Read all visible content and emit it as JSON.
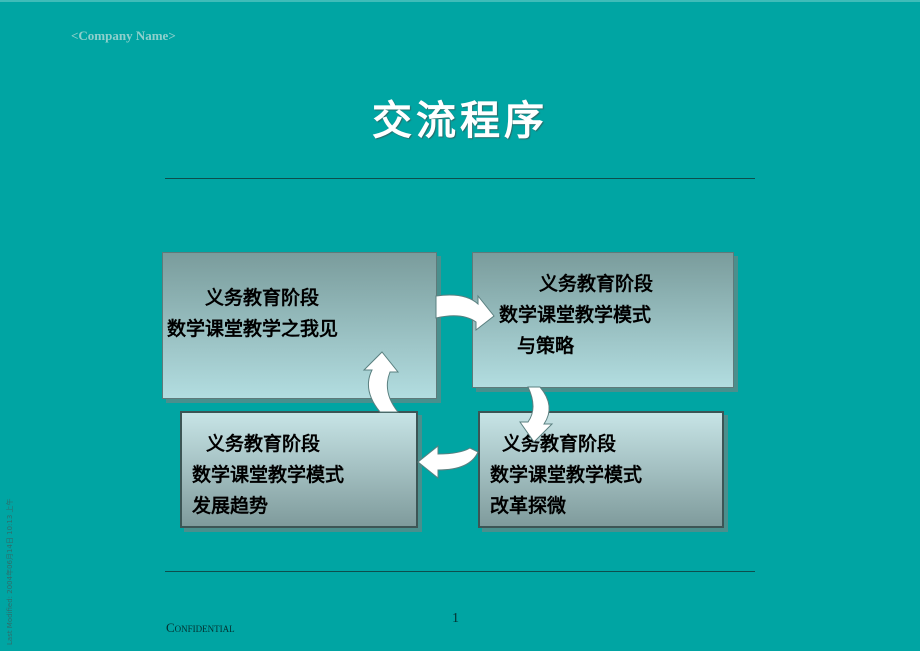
{
  "header": {
    "company": "<Company Name>",
    "title": "交流程序"
  },
  "boxes": [
    {
      "lines": [
        "义务教育阶段",
        "数学课堂教学之我见"
      ]
    },
    {
      "lines": [
        "义务教育阶段",
        "数学课堂教学模式",
        "与策略"
      ]
    },
    {
      "lines": [
        "义务教育阶段",
        "数学课堂教学模式",
        "改革探微"
      ]
    },
    {
      "lines": [
        "义务教育阶段",
        "数学课堂教学模式",
        "发展趋势"
      ]
    }
  ],
  "footer": {
    "confidential": "Confidential",
    "page": "1",
    "last_modified": "Last Modified: 2004年06月14日 10:13 上午"
  }
}
